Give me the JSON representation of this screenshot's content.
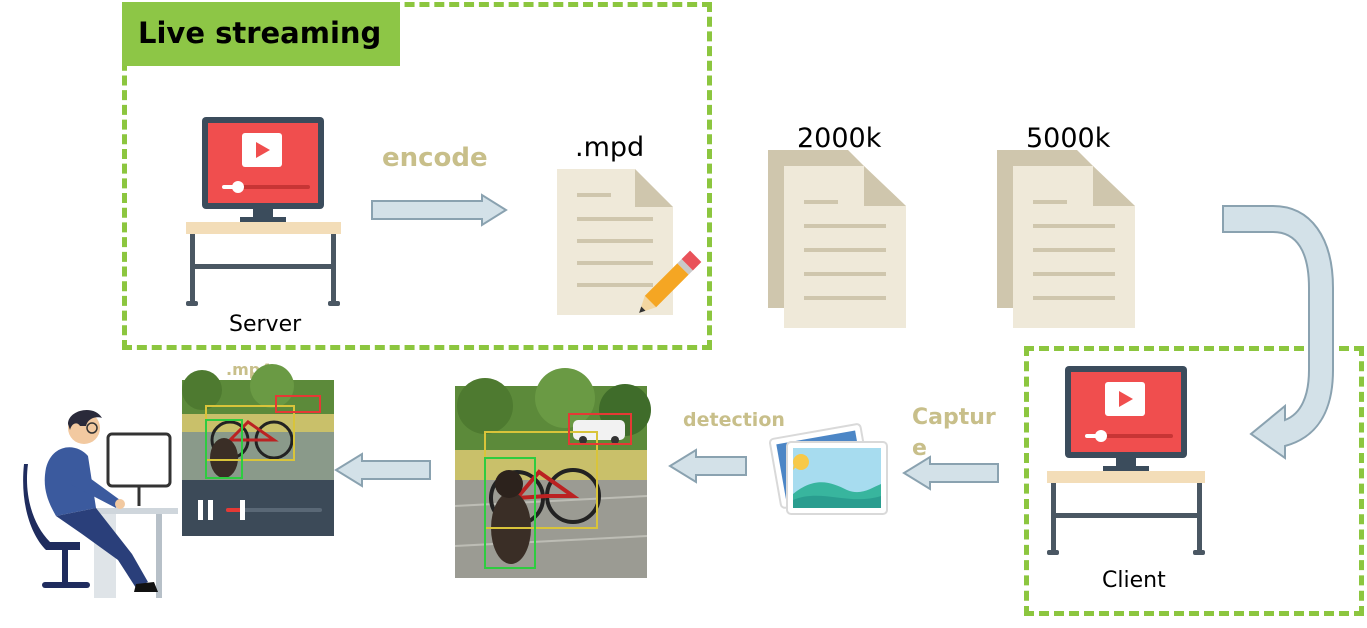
{
  "title": "Live streaming",
  "server_label": "Server",
  "client_label": "Client",
  "encode_label": "encode",
  "mpd_label": ".mpd",
  "seg1_label": "2000k",
  "seg2_label": "5000k",
  "mp4_label": ".mp4",
  "detection_label": "detection",
  "capture_label_line1": "Captur",
  "capture_label_line2": "e",
  "colors": {
    "dashed_border": "#8cc63f",
    "title_fill": "#8dc646",
    "arrow_fill": "#d3e1e8",
    "arrow_stroke": "#8aa2b0",
    "screen_red": "#f04e4e",
    "doc_page": "#efe9d9",
    "doc_back": "#cfc6ad",
    "label_olive": "#c8bf8a"
  },
  "icons": [
    "monitor-icon",
    "document-icon",
    "pencil-icon",
    "image-stack-icon",
    "user-at-desk-icon",
    "video-player-icon"
  ]
}
